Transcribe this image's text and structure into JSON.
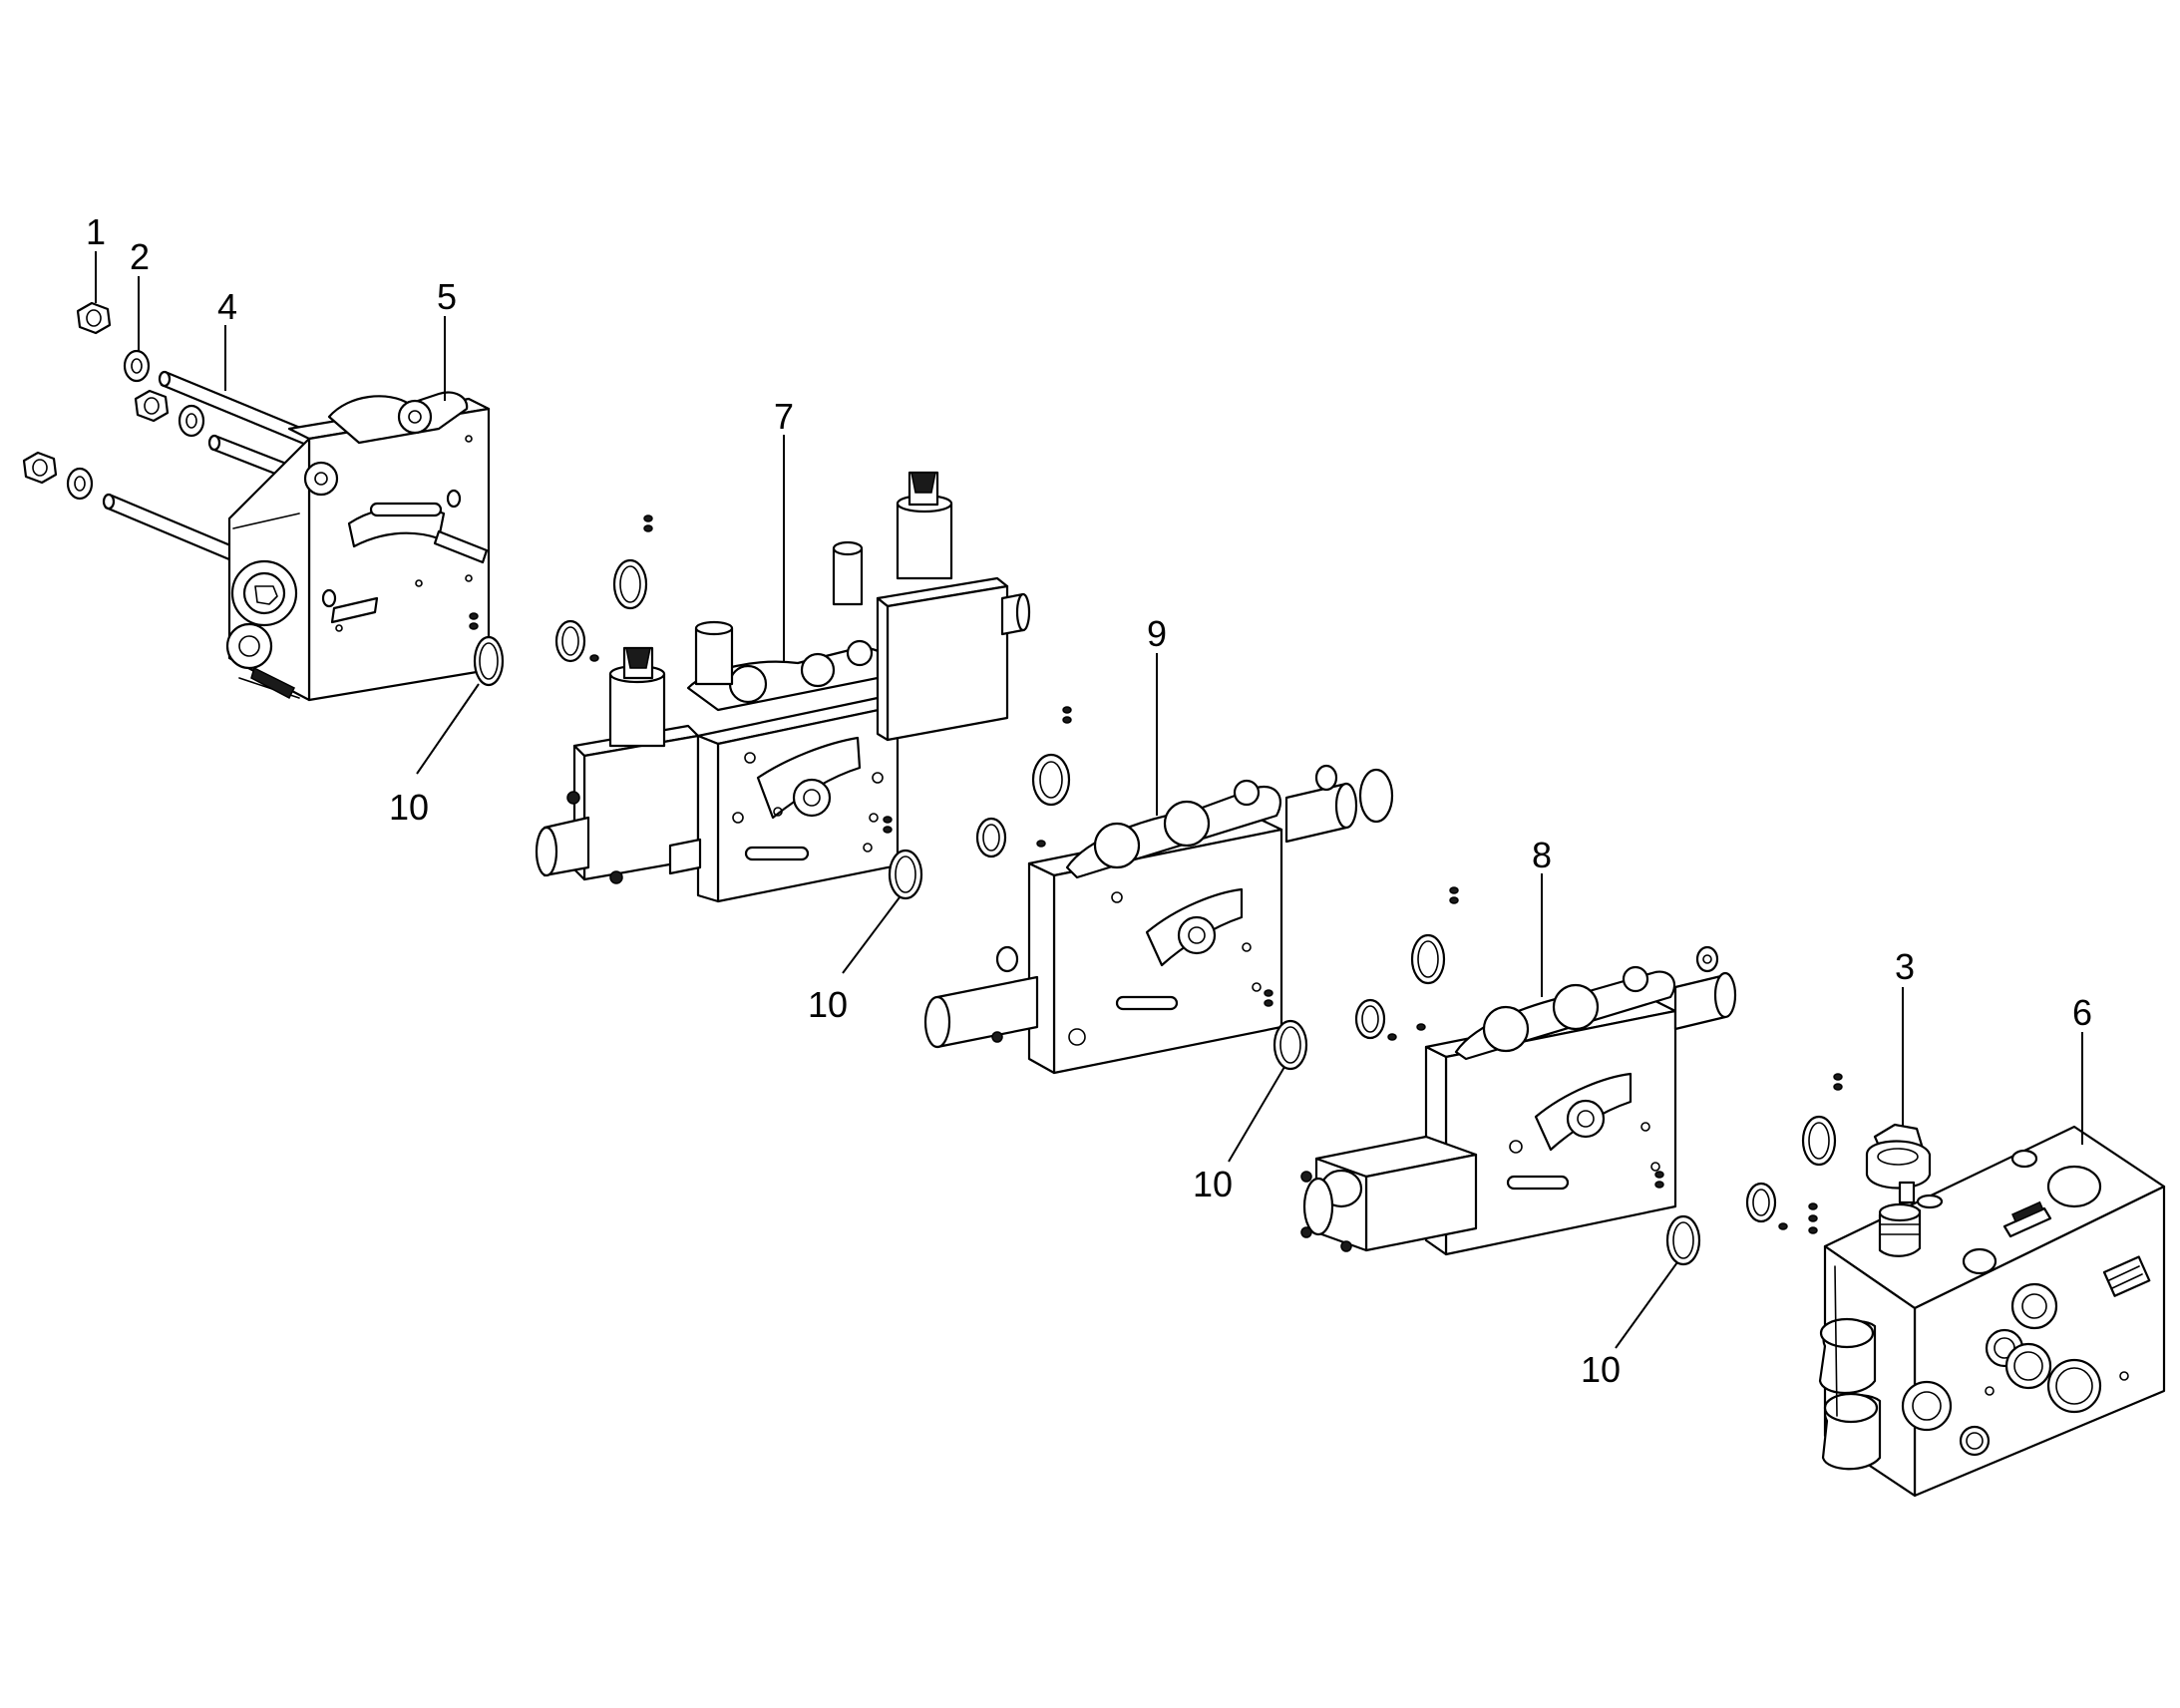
{
  "callouts": [
    {
      "id": "c1",
      "label": "1"
    },
    {
      "id": "c2",
      "label": "2"
    },
    {
      "id": "c4",
      "label": "4"
    },
    {
      "id": "c5",
      "label": "5"
    },
    {
      "id": "c7",
      "label": "7"
    },
    {
      "id": "c9",
      "label": "9"
    },
    {
      "id": "c8",
      "label": "8"
    },
    {
      "id": "c3",
      "label": "3"
    },
    {
      "id": "c6",
      "label": "6"
    },
    {
      "id": "c10a",
      "label": "10"
    },
    {
      "id": "c10b",
      "label": "10"
    },
    {
      "id": "c10c",
      "label": "10"
    },
    {
      "id": "c10d",
      "label": "10"
    }
  ]
}
